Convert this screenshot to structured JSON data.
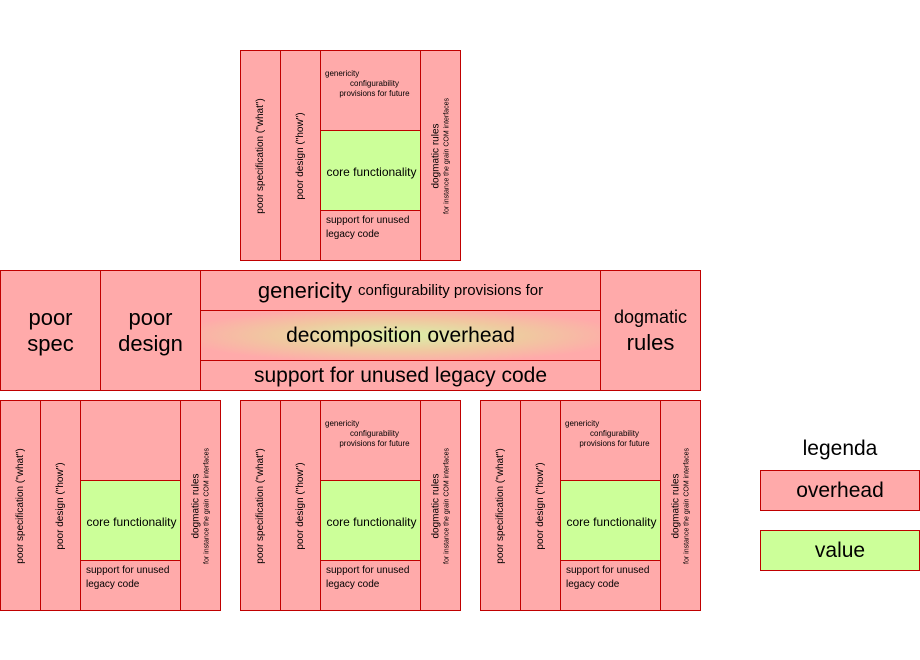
{
  "unit": {
    "poor_spec": "poor specification (\"what\")",
    "poor_design": "poor design (\"how\")",
    "gen_line1": "genericity",
    "gen_line2": "configurability provisions for future",
    "core": "core functionality",
    "legacy": "support for unused legacy code",
    "rules": "dogmatic rules",
    "rules_sub": "for instance the grain COM interfaces"
  },
  "band": {
    "spec": "poor spec",
    "design": "poor design",
    "gen_big": "genericity",
    "gen_rest": "configurability provisions for",
    "decomp": "decomposition overhead",
    "legacy": "support for unused legacy code",
    "rules_1": "dogmatic",
    "rules_2": "rules"
  },
  "legend": {
    "title": "legenda",
    "overhead": "overhead",
    "value": "value"
  },
  "colors": {
    "overhead": "#ffaaaa",
    "value": "#ccff99",
    "border": "#c00000"
  }
}
